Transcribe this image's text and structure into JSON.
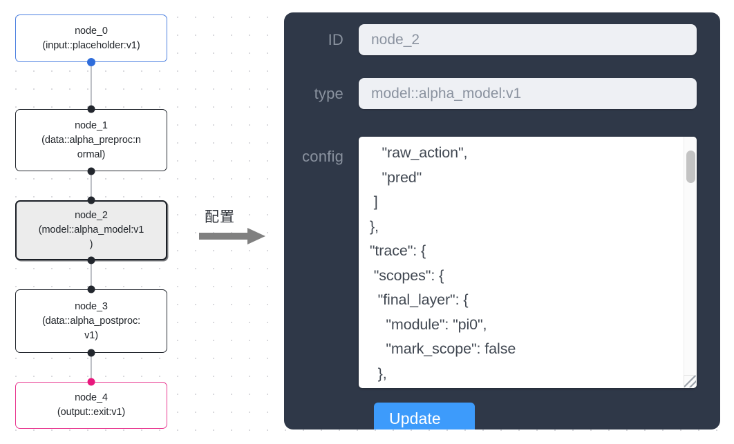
{
  "graph": {
    "nodes": [
      {
        "name": "node-0",
        "id": "node_0",
        "lines": [
          "node_0",
          "(input::placeholder:v1)"
        ],
        "kind": "input",
        "border_color": "#4a7fe0"
      },
      {
        "name": "node-1",
        "id": "node_1",
        "lines": [
          "node_1",
          "(data::alpha_preproc:n",
          "ormal)"
        ],
        "kind": "default",
        "border_color": "#23272e"
      },
      {
        "name": "node-2",
        "id": "node_2",
        "lines": [
          "node_2",
          "(model::alpha_model:v1",
          ")"
        ],
        "kind": "selected",
        "border_color": "#1b1f26"
      },
      {
        "name": "node-3",
        "id": "node_3",
        "lines": [
          "node_3",
          "(data::alpha_postproc:",
          "v1)"
        ],
        "kind": "default",
        "border_color": "#23272e"
      },
      {
        "name": "node-4",
        "id": "node_4",
        "lines": [
          "node_4",
          "(output::exit:v1)"
        ],
        "kind": "output",
        "border_color": "#e8368f"
      }
    ]
  },
  "arrow": {
    "label": "配置",
    "icon": "arrow-right-icon",
    "color": "#808080"
  },
  "panel": {
    "background": "#2f3848",
    "fields": [
      {
        "label": "ID",
        "value": "node_2",
        "name": "id-field"
      },
      {
        "label": "type",
        "value": "model::alpha_model:v1",
        "name": "type-field"
      }
    ],
    "config": {
      "label": "config",
      "value": "    \"raw_action\",\n    \"pred\"\n  ]\n },\n \"trace\": {\n  \"scopes\": {\n   \"final_layer\": {\n     \"module\": \"pi0\",\n     \"mark_scope\": false\n   },\n   \"action_model\": {",
      "scrollbar": "vertical-scrollbar",
      "resize_handle": "resize-handle"
    },
    "update_button": {
      "label": "Update",
      "color": "#3d9bfb"
    }
  }
}
